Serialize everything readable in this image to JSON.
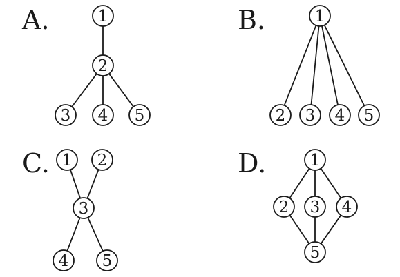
{
  "options": [
    {
      "label": "A.",
      "nodes": [
        {
          "id": "a1",
          "text": "1"
        },
        {
          "id": "a2",
          "text": "2"
        },
        {
          "id": "a3",
          "text": "3"
        },
        {
          "id": "a4",
          "text": "4"
        },
        {
          "id": "a5",
          "text": "5"
        }
      ],
      "edges": [
        [
          "a1",
          "a2"
        ],
        [
          "a2",
          "a3"
        ],
        [
          "a2",
          "a4"
        ],
        [
          "a2",
          "a5"
        ]
      ]
    },
    {
      "label": "B.",
      "nodes": [
        {
          "id": "b1",
          "text": "1"
        },
        {
          "id": "b2",
          "text": "2"
        },
        {
          "id": "b3",
          "text": "3"
        },
        {
          "id": "b4",
          "text": "4"
        },
        {
          "id": "b5",
          "text": "5"
        }
      ],
      "edges": [
        [
          "b1",
          "b2"
        ],
        [
          "b1",
          "b3"
        ],
        [
          "b1",
          "b4"
        ],
        [
          "b1",
          "b5"
        ]
      ]
    },
    {
      "label": "C.",
      "nodes": [
        {
          "id": "c1",
          "text": "1"
        },
        {
          "id": "c2",
          "text": "2"
        },
        {
          "id": "c3",
          "text": "3"
        },
        {
          "id": "c4",
          "text": "4"
        },
        {
          "id": "c5",
          "text": "5"
        }
      ],
      "edges": [
        [
          "c1",
          "c3"
        ],
        [
          "c2",
          "c3"
        ],
        [
          "c3",
          "c4"
        ],
        [
          "c3",
          "c5"
        ]
      ]
    },
    {
      "label": "D.",
      "nodes": [
        {
          "id": "d1",
          "text": "1"
        },
        {
          "id": "d2",
          "text": "2"
        },
        {
          "id": "d3",
          "text": "3"
        },
        {
          "id": "d4",
          "text": "4"
        },
        {
          "id": "d5",
          "text": "5"
        }
      ],
      "edges": [
        [
          "d1",
          "d2"
        ],
        [
          "d1",
          "d3"
        ],
        [
          "d1",
          "d4"
        ],
        [
          "d2",
          "d5"
        ],
        [
          "d3",
          "d5"
        ],
        [
          "d4",
          "d5"
        ]
      ]
    }
  ]
}
